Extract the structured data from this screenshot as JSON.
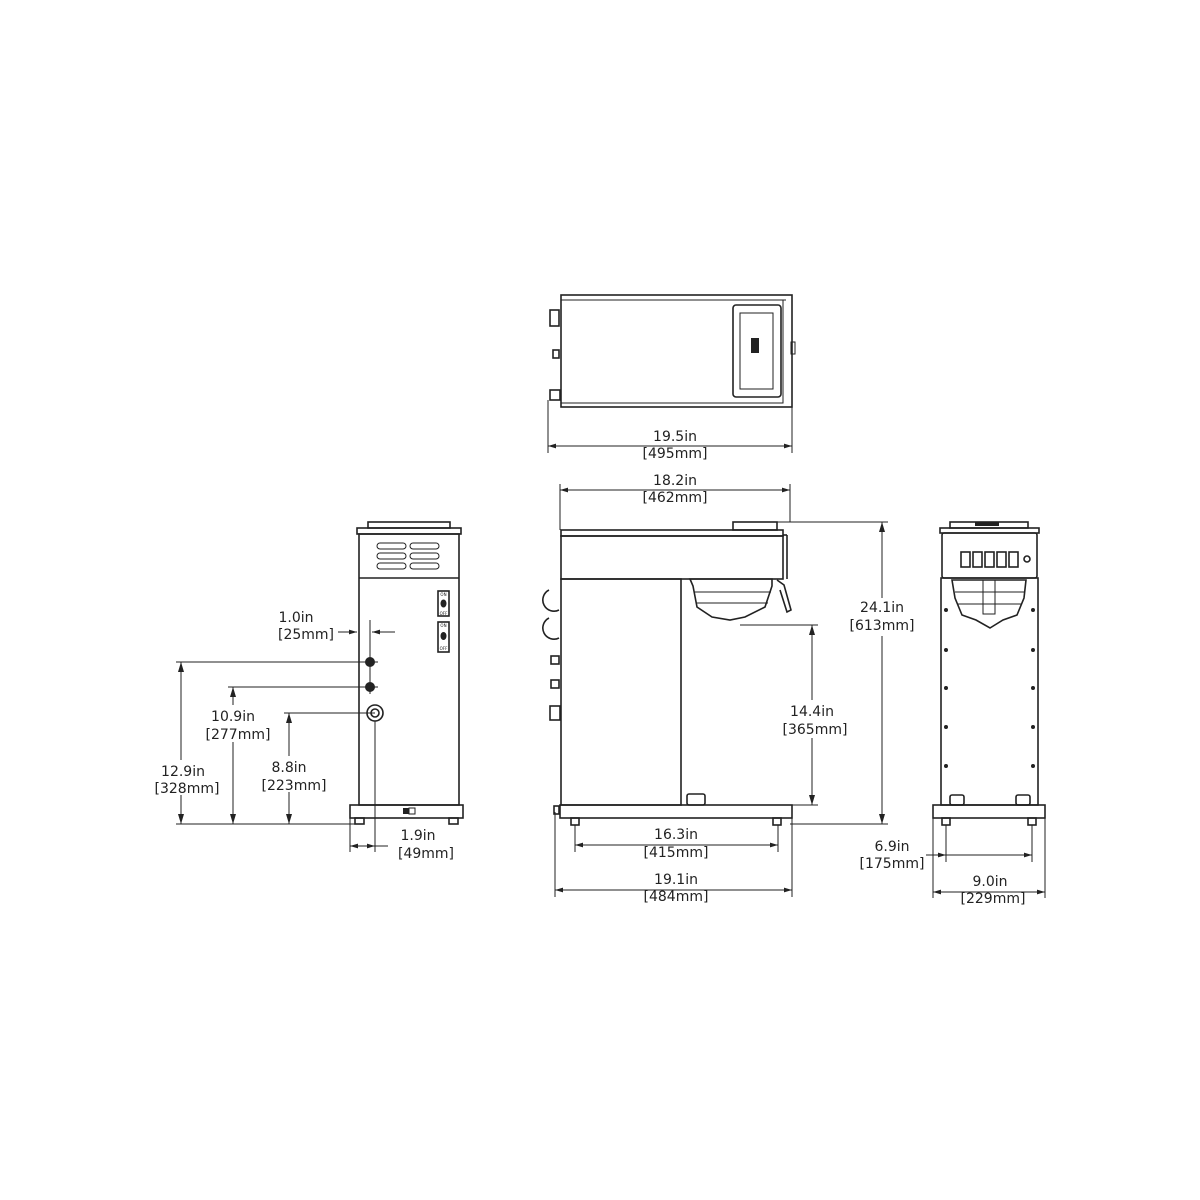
{
  "title": "Coffee brewer dimension drawing",
  "colors": {
    "line": "#222222",
    "background": "#ffffff"
  },
  "top_view": {
    "width": {
      "in": "19.5in",
      "mm": "[495mm]"
    }
  },
  "front_view": {
    "head_width": {
      "in": "18.2in",
      "mm": "[462mm]"
    },
    "height": {
      "in": "24.1in",
      "mm": "[613mm]"
    },
    "clearance": {
      "in": "14.4in",
      "mm": "[365mm]"
    },
    "feet_span": {
      "in": "16.3in",
      "mm": "[415mm]"
    },
    "base_width": {
      "in": "19.1in",
      "mm": "[484mm]"
    }
  },
  "side_view": {
    "offset": {
      "in": "1.0in",
      "mm": "[25mm]"
    },
    "h1": {
      "in": "12.9in",
      "mm": "[328mm]"
    },
    "h2": {
      "in": "10.9in",
      "mm": "[277mm]"
    },
    "h3": {
      "in": "8.8in",
      "mm": "[223mm]"
    },
    "foot_offset": {
      "in": "1.9in",
      "mm": "[49mm]"
    },
    "switch_on": "ON",
    "switch_off": "OFF"
  },
  "rear_view": {
    "feet_span": {
      "in": "6.9in",
      "mm": "[175mm]"
    },
    "base_width": {
      "in": "9.0in",
      "mm": "[229mm]"
    }
  }
}
